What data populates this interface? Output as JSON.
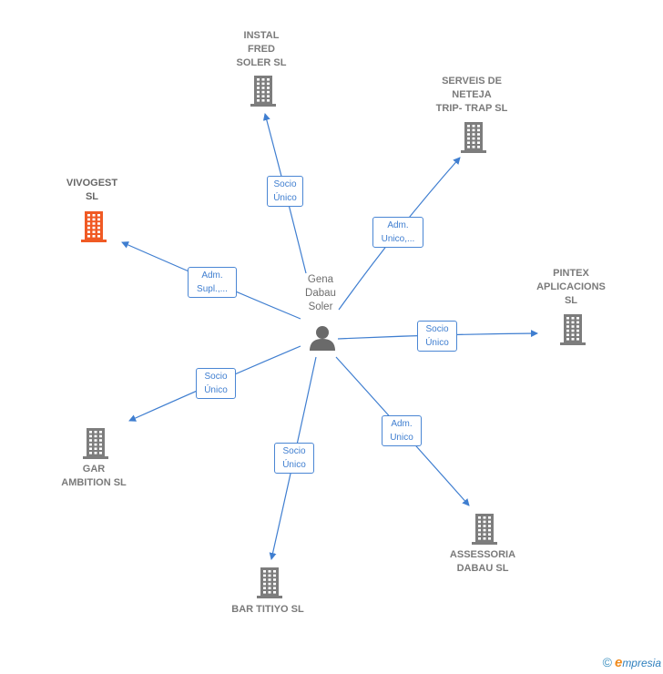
{
  "center": {
    "name": "Gena\nDabau\nSoler",
    "icon": "person-icon"
  },
  "nodes": [
    {
      "id": "instal",
      "label": "INSTAL\nFRED\nSOLER  SL",
      "highlight": false,
      "icon": "building-icon"
    },
    {
      "id": "serveis",
      "label": "SERVEIS DE\nNETEJA\nTRIP- TRAP  SL",
      "highlight": false,
      "icon": "building-icon"
    },
    {
      "id": "vivogest",
      "label": "VIVOGEST\nSL",
      "highlight": true,
      "icon": "building-icon"
    },
    {
      "id": "pintex",
      "label": "PINTEX\nAPLICACIONS\nSL",
      "highlight": false,
      "icon": "building-icon"
    },
    {
      "id": "gar",
      "label": "GAR\nAMBITION  SL",
      "highlight": false,
      "icon": "building-icon"
    },
    {
      "id": "assessoria",
      "label": "ASSESSORIA\nDABAU  SL",
      "highlight": false,
      "icon": "building-icon"
    },
    {
      "id": "bar",
      "label": "BAR TITIYO  SL",
      "highlight": false,
      "icon": "building-icon"
    }
  ],
  "edges": [
    {
      "to": "instal",
      "label": "Socio\nÚnico"
    },
    {
      "to": "serveis",
      "label": "Adm.\nUnico,..."
    },
    {
      "to": "vivogest",
      "label": "Adm.\nSupl.,..."
    },
    {
      "to": "pintex",
      "label": "Socio\nÚnico"
    },
    {
      "to": "gar",
      "label": "Socio\nÚnico"
    },
    {
      "to": "assessoria",
      "label": "Adm.\nUnico"
    },
    {
      "to": "bar",
      "label": "Socio\nÚnico"
    }
  ],
  "colors": {
    "edge": "#3f7ed0",
    "building": "#7d7d7d",
    "highlight": "#f05a24",
    "person": "#6a6a6a"
  },
  "footer": {
    "copyright": "©",
    "brand_first": "e",
    "brand_rest": "mpresia"
  }
}
